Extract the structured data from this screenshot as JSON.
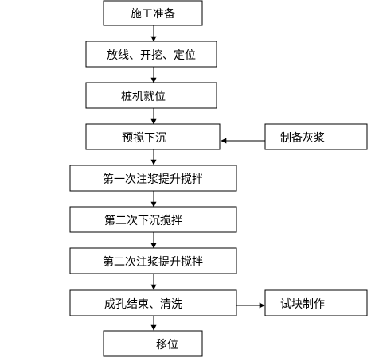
{
  "diagram": {
    "steps": [
      "施工准备",
      "放线、开挖、定位",
      "桩机就位",
      "预搅下沉",
      "第一次注浆提升搅拌",
      "第二次下沉搅拌",
      "第二次注浆提升搅拌",
      "成孔结束、清洗",
      "移位"
    ],
    "side_inputs": [
      {
        "label": "制备灰浆",
        "into_step": 3
      },
      {
        "label": "试块制作",
        "from_step": 7
      }
    ]
  }
}
